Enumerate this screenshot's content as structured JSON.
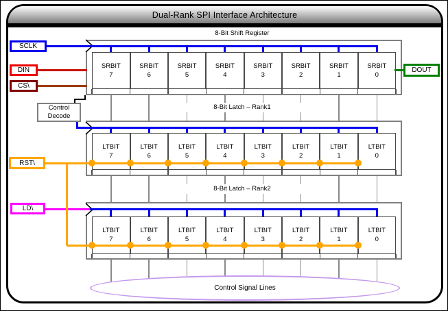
{
  "title": "Dual-Rank SPI Interface Architecture",
  "signals": {
    "sclk": {
      "label": "SCLK",
      "color": "#0000EE"
    },
    "din": {
      "label": "DIN",
      "color": "#EE0000",
      "line_color": "#CC1100"
    },
    "cs": {
      "label": "CS\\",
      "color": "#7E0000",
      "line_color": "#9C3D00"
    },
    "rst": {
      "label": "RST\\",
      "color": "#FFA500"
    },
    "ld": {
      "label": "LD\\",
      "color": "#FF00FF"
    },
    "dout": {
      "label": "DOUT",
      "color": "#008000"
    }
  },
  "control_decode": {
    "line1": "Control",
    "line2": "Decode"
  },
  "blocks": [
    {
      "title": "8-Bit Shift Register",
      "cell_prefix": "SRBIT",
      "bits": [
        "7",
        "6",
        "5",
        "4",
        "3",
        "2",
        "1",
        "0"
      ],
      "clock_color": "#0000EE"
    },
    {
      "title": "8-Bit Latch – Rank1",
      "cell_prefix": "LTBIT",
      "bits": [
        "7",
        "6",
        "5",
        "4",
        "3",
        "2",
        "1",
        "0"
      ],
      "clock_color": "#0000EE",
      "bus_color": "#FFA500"
    },
    {
      "title": "8-Bit Latch – Rank2",
      "cell_prefix": "LTBIT",
      "bits": [
        "7",
        "6",
        "5",
        "4",
        "3",
        "2",
        "1",
        "0"
      ],
      "clock_color": "#0000EE",
      "bus_color": "#FFA500"
    }
  ],
  "ellipse": {
    "label": "Control Signal Lines",
    "color": "#C59AEE"
  },
  "line_colors": {
    "control": "#8A8A8A",
    "connector": "#000000",
    "container_border": "#808080",
    "cell_border": "#4A4A4A"
  }
}
